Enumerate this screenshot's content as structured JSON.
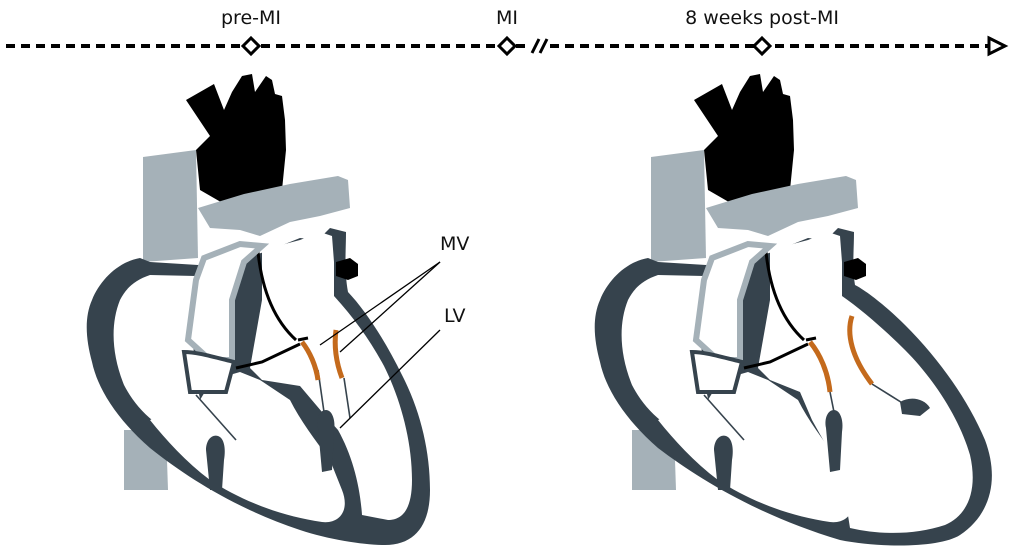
{
  "timeline": {
    "events": [
      {
        "label": "pre-MI"
      },
      {
        "label": "MI"
      },
      {
        "label": "8 weeks post-MI"
      }
    ]
  },
  "annotations": {
    "mv": "MV",
    "lv": "LV"
  },
  "colors": {
    "myocardium": "#36434d",
    "vessel_gray": "#a5b1b8",
    "aorta": "#000000",
    "leaflet": "#c46a1c",
    "timeline": "#000000"
  }
}
